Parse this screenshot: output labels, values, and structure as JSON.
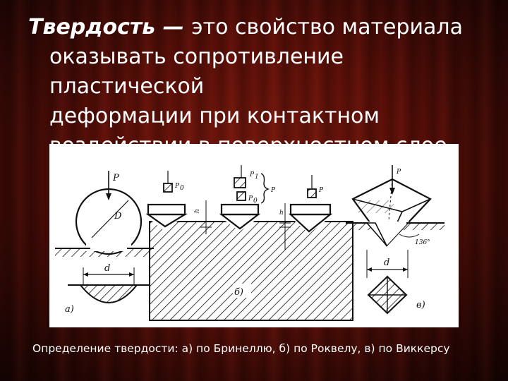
{
  "slide": {
    "term": "Твердость",
    "dash": " — ",
    "line1_rest": "это свойство материала",
    "line2": "оказывать сопротивление пластической",
    "line3": "деформации при контактном",
    "line4": "воздействии в поверхностном слое.",
    "caption": "Определение твердости: а) по Бринеллю, б)  по Роквелу, в) по Виккерсу"
  },
  "figure": {
    "labels": {
      "a": "а)",
      "b": "б)",
      "c": "в)",
      "P": "P",
      "D": "D",
      "d": "d",
      "P0": "P",
      "sub0": "0",
      "P1": "P",
      "sub1": "1",
      "h0": "h",
      "h0_sub": "0",
      "h": "h",
      "angle": "136°"
    },
    "colors": {
      "ink": "#111111",
      "paper": "#ffffff"
    }
  }
}
